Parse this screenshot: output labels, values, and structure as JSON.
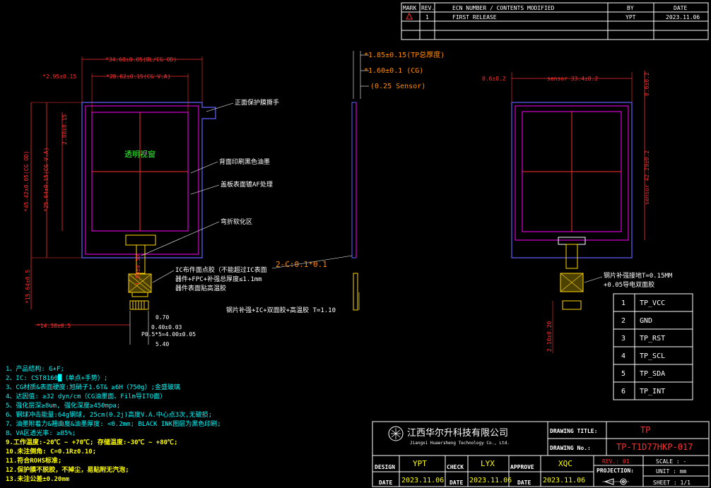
{
  "revision_table": {
    "headers": [
      "MARK",
      "REV.",
      "ECN NUMBER / CONTENTS MODIFIED",
      "BY",
      "DATE"
    ],
    "row": {
      "rev": "1",
      "contents": "FIRST RELEASE",
      "by": "YPT",
      "date": "2023.11.06"
    }
  },
  "front_view": {
    "dim_top1": "*34.60±0.05(BL/CG OD)",
    "dim_top2": "*28.62±0.15(CG V.A)",
    "dim_left_offset": "*2.95±0.15",
    "dim_height_va": "*25.64±0.15(CG V.A)",
    "dim_height_od": "*45.42±0.05(CG OD)",
    "dim_inner_top": "2.88±0.15",
    "dim_total_h": "*15.64±0.5",
    "dim_fpc_offset": "*14.38±0.5",
    "dim_fpc_len": "1.80±0.30",
    "dim_pin1": "0.70",
    "dim_pin2": "0.40±0.03",
    "dim_pitch": "P0.5*5=4.00±0.05",
    "dim_fpc_w": "5.40",
    "center_label": "透明视窗",
    "callout_film": "正面保护膜撕手",
    "callout_ink": "背面印刷黑色油墨",
    "callout_glass": "盖板表面镀AF处理",
    "callout_bend": "弯折软化区",
    "callout_ic1": "IC布件面点胶（不能超过IC表面",
    "callout_ic2": "器件+FPC+补强总厚度≤1.1mm",
    "callout_ic3": "器件表面贴高温胶"
  },
  "side_view": {
    "dim_total": "*1.85±0.15(TP总厚度)",
    "dim_cg": "*1.60±0.1 (CG)",
    "dim_sensor": "(0.25 Sensor)",
    "dim_chamfer": "2-C:0.1*0.1",
    "callout_stiffener": "钢片补强+IC+双面胶+高温胶 T=1.10"
  },
  "back_view": {
    "dim_left": "0.6±0.2",
    "dim_sensor_w": "sensor 33.4±0.2",
    "dim_top": "0.6±0.2",
    "dim_sensor_h": "sensor 42.29±0.2",
    "dim_fpc": "2.10±0.20",
    "callout1": "钢片补强接地T=0.15MM",
    "callout2": "+0.05导电双面胶"
  },
  "pin_table": [
    {
      "pin": "1",
      "name": "TP_VCC"
    },
    {
      "pin": "2",
      "name": "GND"
    },
    {
      "pin": "3",
      "name": "TP_RST"
    },
    {
      "pin": "4",
      "name": "TP_SCL"
    },
    {
      "pin": "5",
      "name": "TP_SDA"
    },
    {
      "pin": "6",
      "name": "TP_INT"
    }
  ],
  "notes": [
    {
      "text": "1、产品结构: G+F;",
      "color": "#00ffff"
    },
    {
      "text": "2、IC: CST8160█（单点+手势）;",
      "color": "#00ffff"
    },
    {
      "text": "3、CG材质&表面硬度:旭硝子1.6T& ≥6H（750g）;金盛玻璃",
      "color": "#00ffff"
    },
    {
      "text": "4、达因值: ≥32 dyn/cm（CG油墨面、Film导ITO面）",
      "color": "#00ffff"
    },
    {
      "text": "5、强化层深≥8um, 强化深度≥450mpa;",
      "color": "#00ffff"
    },
    {
      "text": "6、钢球冲击能量:64g钢球, 25cm(0.2j)高度V.A.中心点3次,无破损;",
      "color": "#00ffff"
    },
    {
      "text": "7、油墨附着力&翘曲度&油墨厚度: <0.2mm;  BLACK INK图层为黑色印刷;",
      "color": "#00ffff"
    },
    {
      "text": "8、VA区透光率: ≥85%;",
      "color": "#00ffff"
    },
    {
      "text": "9.工作温度:-20℃ ~ +70℃; 存储温度:-30℃ ~ +80℃;",
      "color": "#ffff00"
    },
    {
      "text": "10.未注倒角: C=0.1Rz0.10;",
      "color": "#ffff00"
    },
    {
      "text": "11.符合ROHS标准;",
      "color": "#ffff00"
    },
    {
      "text": "12.保护膜不脱胶，不掉尘，易贴附无汽泡;",
      "color": "#ffff00"
    },
    {
      "text": "13.未注公差±0.20mm",
      "color": "#ffff00"
    }
  ],
  "title_block": {
    "company_cn": "江西华尔升科技有限公司",
    "company_en": "Jiangxi Huaersheng Technology Co., Ltd.",
    "drawing_title_label": "DRAWING TITLE:",
    "drawing_title": "TP",
    "drawing_no_label": "DRAWING No.:",
    "drawing_no": "TP-T1D77HKP-017",
    "rev_label": "REV.: 01",
    "scale_label": "SCALE : -",
    "projection_label": "PROJECTION:",
    "unit_label": "UNIT : mm",
    "sheet_label": "SHEET : 1/1",
    "design_label": "DESIGN",
    "design_by": "YPT",
    "check_label": "CHECK",
    "check_by": "LYX",
    "approve_label": "APPROVE",
    "approve_by": "XQC",
    "date_label": "DATE",
    "date1": "2023.11.06",
    "date2": "2023.11.06",
    "date3": "2023.11.06"
  },
  "colors": {
    "outline_magenta": "#ff00ff",
    "outline_blue": "#6060ff",
    "dim_red": "#ff3030",
    "fpc_yellow": "#ffd700",
    "text_white": "#ffffff",
    "text_cyan": "#00ffff"
  }
}
